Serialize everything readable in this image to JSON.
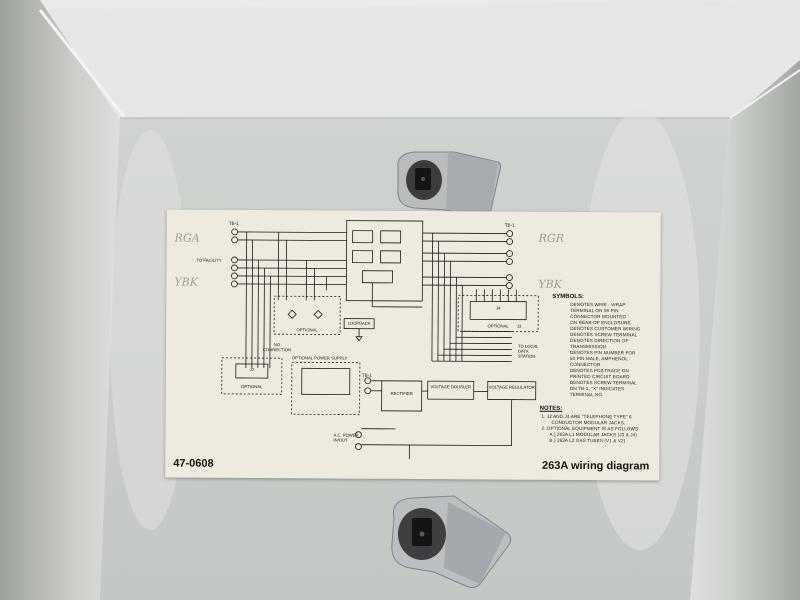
{
  "label": {
    "part_number": "47-0608",
    "title": "263A wiring diagram",
    "symbols_heading": "SYMBOLS:",
    "symbols": [
      "DENOTES WIRE - WRAP",
      "TERMINAL ON 56 PIN",
      "CONNECTOR MOUNTED",
      "ON REAR OF ENCLOSURE",
      "DENOTES CUSTOMER WIRING",
      "DENOTES SCREW TERMINAL",
      "DENOTES DIRECTION OF",
      "TRANSMISSION",
      "DENOTES PIN NUMBER FOR",
      "50 PIN MALE, AMPHENOL",
      "CONNECTOR",
      "DENOTES FOILTRACE ON",
      "PRINTED CIRCUIT BOARD",
      "DENOTES SCREW TERMINAL",
      "ON TB-1, \"X\" INDICATES",
      "TERMINAL NO."
    ],
    "notes_heading": "NOTES:",
    "notes": [
      "1. J2 AND J4 ARE \"TELEPHONE TYPE\" 6",
      "CONDUCTOR MODULAR JACKS.",
      "2. OPTIONAL EQUIPMENT IS AS FOLLOWS:",
      "A.) 263A L1 MODULAR JACKS (J3 & J4)",
      "B.) 263A L2 GAS TUBES (V1 & V2)"
    ],
    "boxes": {
      "rectifier": "RECTIFIER",
      "doubler": "VOLTAGE DOUBLER",
      "regulator": "VOLTAGE REGULATOR",
      "loopback": "LOOPBACK",
      "optional_left": "OPTIONAL",
      "optional_j4": "OPTIONAL",
      "optional_j2": "OPTIONAL",
      "optional_power": "OPTIONAL POWER SUPPLY",
      "j2": "J2",
      "j4": "J4",
      "j3": "J3",
      "ac_power": "A.C. POWER IN/OUT",
      "to_facility": "TO FACILITY",
      "to_local": "TO LOCAL DATA STATION",
      "no_connection": "NO CONNECTION",
      "tb1_left": "TB-1",
      "tb1_right": "TB-1",
      "tb1_power": "TB-1"
    },
    "handwriting": [
      "RGA",
      "YBK",
      "RGR",
      "YBK"
    ]
  },
  "colors": {
    "paper": "#efeadf",
    "ink": "#1a1a1a",
    "metal": "#d9dcd8"
  }
}
